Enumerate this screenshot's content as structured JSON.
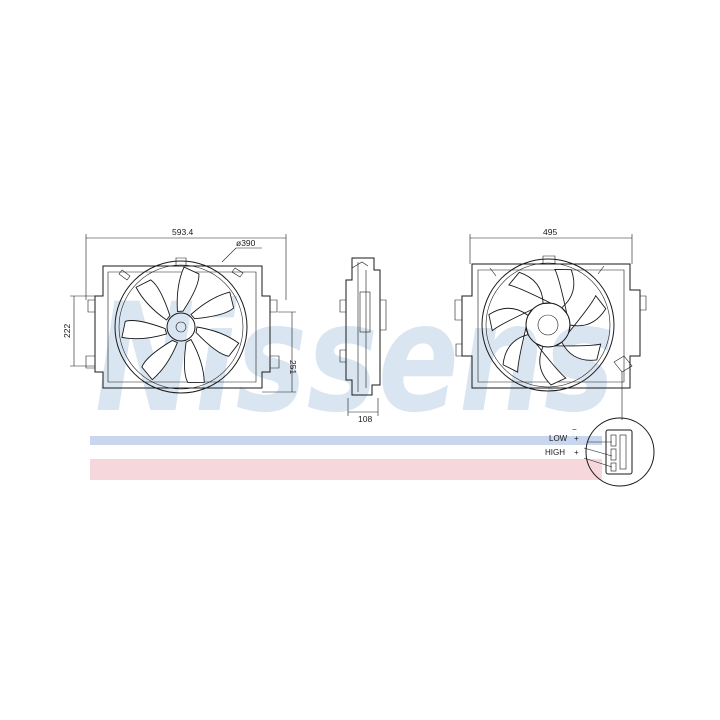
{
  "brand": {
    "watermark": "Nissens",
    "stripe_colors": {
      "blue": "#c9d7ee",
      "red": "#f6d7dc"
    }
  },
  "front_view": {
    "width_dim": "593.4",
    "fan_diameter": "ø390",
    "left_height_dim": "222",
    "right_height_dim": "251"
  },
  "side_view": {
    "depth_dim": "108"
  },
  "rear_view": {
    "width_dim": "495"
  },
  "connector": {
    "ground_sign": "−",
    "low_label": "LOW",
    "low_sign": "+",
    "high_label": "HIGH",
    "high_sign": "+"
  }
}
